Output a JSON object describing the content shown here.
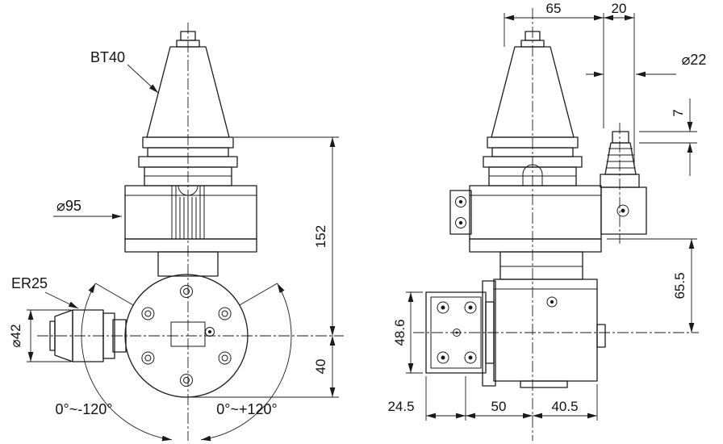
{
  "meta": {
    "description": "Two-view dimensional drawing of a 90-degree angle head with BT40 shank and ER25 collet output",
    "background": "#ffffff",
    "line_color": "#1b1b1b"
  },
  "front_view": {
    "shank_label": "BT40",
    "body_diameter": "⌀95",
    "collet_label": "ER25",
    "collet_nut_diameter": "⌀42",
    "height_flange_to_spindle": "152",
    "height_spindle_to_bottom": "40",
    "swivel_range_negative": "0°~-120°",
    "swivel_range_positive": "0°~+120°"
  },
  "side_view": {
    "offset_65": "65",
    "width_20": "20",
    "knob_diameter": "⌀22",
    "height_7": "7",
    "height_65_5": "65.5",
    "flange_height": "48.6",
    "depth_24_5": "24.5",
    "depth_50": "50",
    "depth_40_5": "40.5"
  }
}
